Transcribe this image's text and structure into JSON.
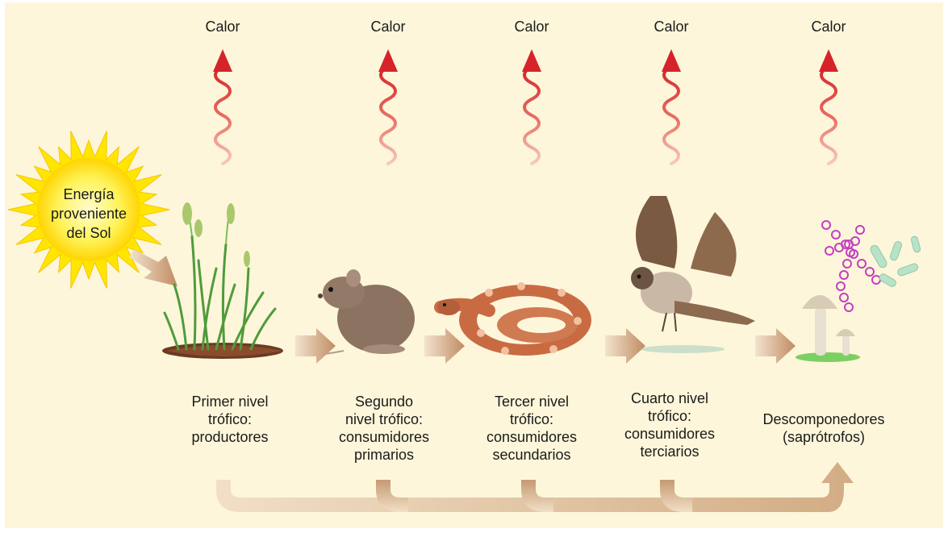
{
  "heat": {
    "label": "Calor"
  },
  "sun": {
    "lines": [
      "Energía",
      "proveniente",
      "del Sol"
    ]
  },
  "levels": [
    {
      "lines": [
        "Primer nivel",
        "trófico:",
        "productores"
      ]
    },
    {
      "lines": [
        "Segundo",
        "nivel trófico:",
        "consumidores",
        "primarios"
      ]
    },
    {
      "lines": [
        "Tercer nivel",
        "trófico:",
        "consumidores",
        "secundarios"
      ]
    },
    {
      "lines": [
        "Cuarto nivel",
        "trófico:",
        "consumidores",
        "terciarios"
      ]
    },
    {
      "lines": [
        "Descomponedores",
        "(saprótrofos)"
      ]
    }
  ],
  "colors": {
    "background": "#fdf6da",
    "heat_wave": "#d6232a",
    "sun": "#ffe600",
    "flow_arrow": "#c79f7c"
  }
}
